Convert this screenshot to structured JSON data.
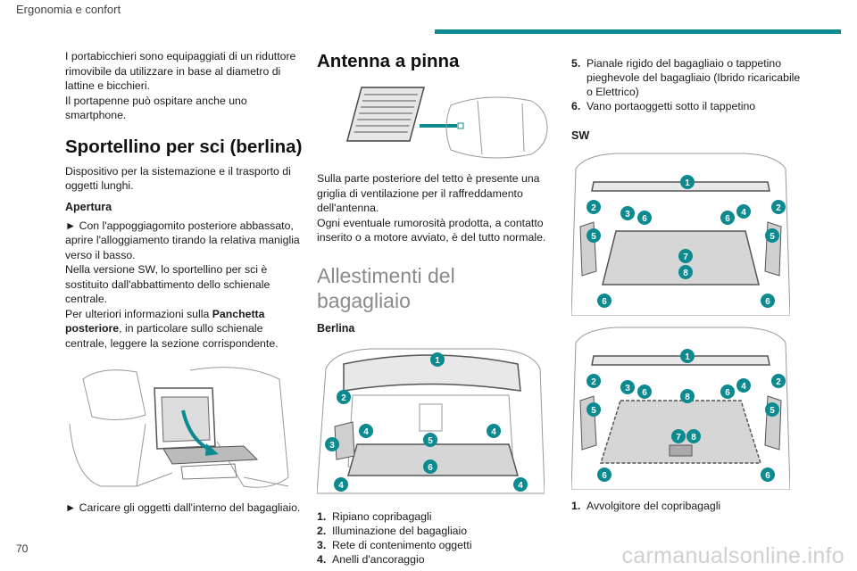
{
  "header": {
    "section": "Ergonomia e confort"
  },
  "page_number": "70",
  "watermark": "carmanualsonline.info",
  "col1": {
    "intro1": "I portabicchieri sono equipaggiati di un riduttore rimovibile da utilizzare in base al diametro di lattine e bicchieri.",
    "intro2": "Il portapenne può ospitare anche uno smartphone.",
    "ski_title": "Sportellino per sci (berlina)",
    "ski_desc": "Dispositivo per la sistemazione e il trasporto di oggetti lunghi.",
    "apertura": "Apertura",
    "step1": "► Con l'appoggiagomito posteriore abbassato, aprire l'alloggiamento tirando la relativa maniglia verso il basso.",
    "sw_note": "Nella versione SW, lo sportellino per sci è sostituito dall'abbattimento dello schienale centrale.",
    "more_pre": "Per ulteriori informazioni sulla ",
    "more_bold1": "Panchetta posteriore",
    "more_post": ", in particolare sullo schienale centrale, leggere la sezione corrispondente.",
    "step2": "► Caricare gli oggetti dall'interno del bagagliaio."
  },
  "col2": {
    "antenna_title": "Antenna a pinna",
    "antenna_p1": "Sulla parte posteriore del tetto è presente una griglia di ventilazione per il raffreddamento dell'antenna.",
    "antenna_p2": "Ogni eventuale rumorosità prodotta, a contatto inserito o a motore avviato, è del tutto normale.",
    "trunk_title": "Allestimenti del bagagliaio",
    "berlina": "Berlina",
    "list": [
      {
        "n": "1.",
        "t": "Ripiano copribagagli"
      },
      {
        "n": "2.",
        "t": "Illuminazione del bagagliaio"
      },
      {
        "n": "3.",
        "t": "Rete di contenimento oggetti"
      },
      {
        "n": "4.",
        "t": "Anelli d'ancoraggio"
      }
    ]
  },
  "col3": {
    "list": [
      {
        "n": "5.",
        "t": "Pianale rigido del bagagliaio o tappetino pieghevole del bagagliaio (Ibrido ricaricabile o Elettrico)"
      },
      {
        "n": "6.",
        "t": "Vano portaoggetti sotto il tappetino"
      }
    ],
    "sw": "SW",
    "list2": [
      {
        "n": "1.",
        "t": "Avvolgitore del copribagagli"
      }
    ]
  },
  "badges": {
    "berlina": [
      "1",
      "2",
      "3",
      "4",
      "4",
      "5",
      "6",
      "4",
      "4"
    ],
    "sw1": [
      "1",
      "2",
      "3",
      "6",
      "6",
      "4",
      "2",
      "5",
      "5",
      "7",
      "8",
      "6",
      "6"
    ],
    "sw2": [
      "1",
      "2",
      "3",
      "6",
      "8",
      "6",
      "4",
      "2",
      "5",
      "5",
      "7",
      "8",
      "6",
      "6"
    ]
  },
  "colors": {
    "accent": "#0b8a8f"
  }
}
